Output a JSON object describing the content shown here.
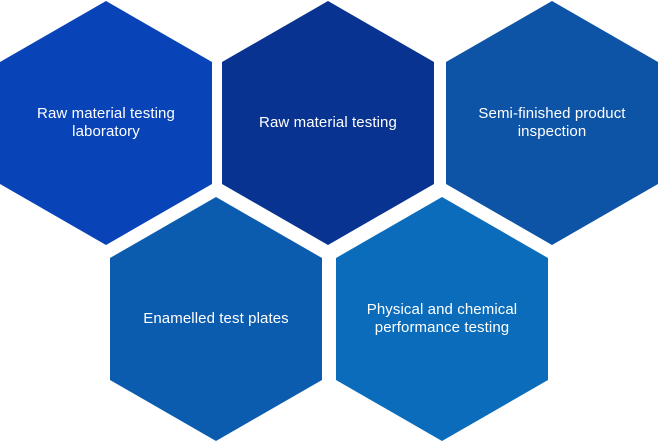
{
  "hexagons": [
    {
      "label": "Raw material testing laboratory",
      "color": "#0843b8"
    },
    {
      "label": "Raw material testing",
      "color": "#083391"
    },
    {
      "label": "Semi-finished product inspection",
      "color": "#0d53a6"
    },
    {
      "label": "Enamelled test plates",
      "color": "#0b5cae"
    },
    {
      "label": "Physical and chemical performance testing",
      "color": "#0a6cba"
    }
  ]
}
